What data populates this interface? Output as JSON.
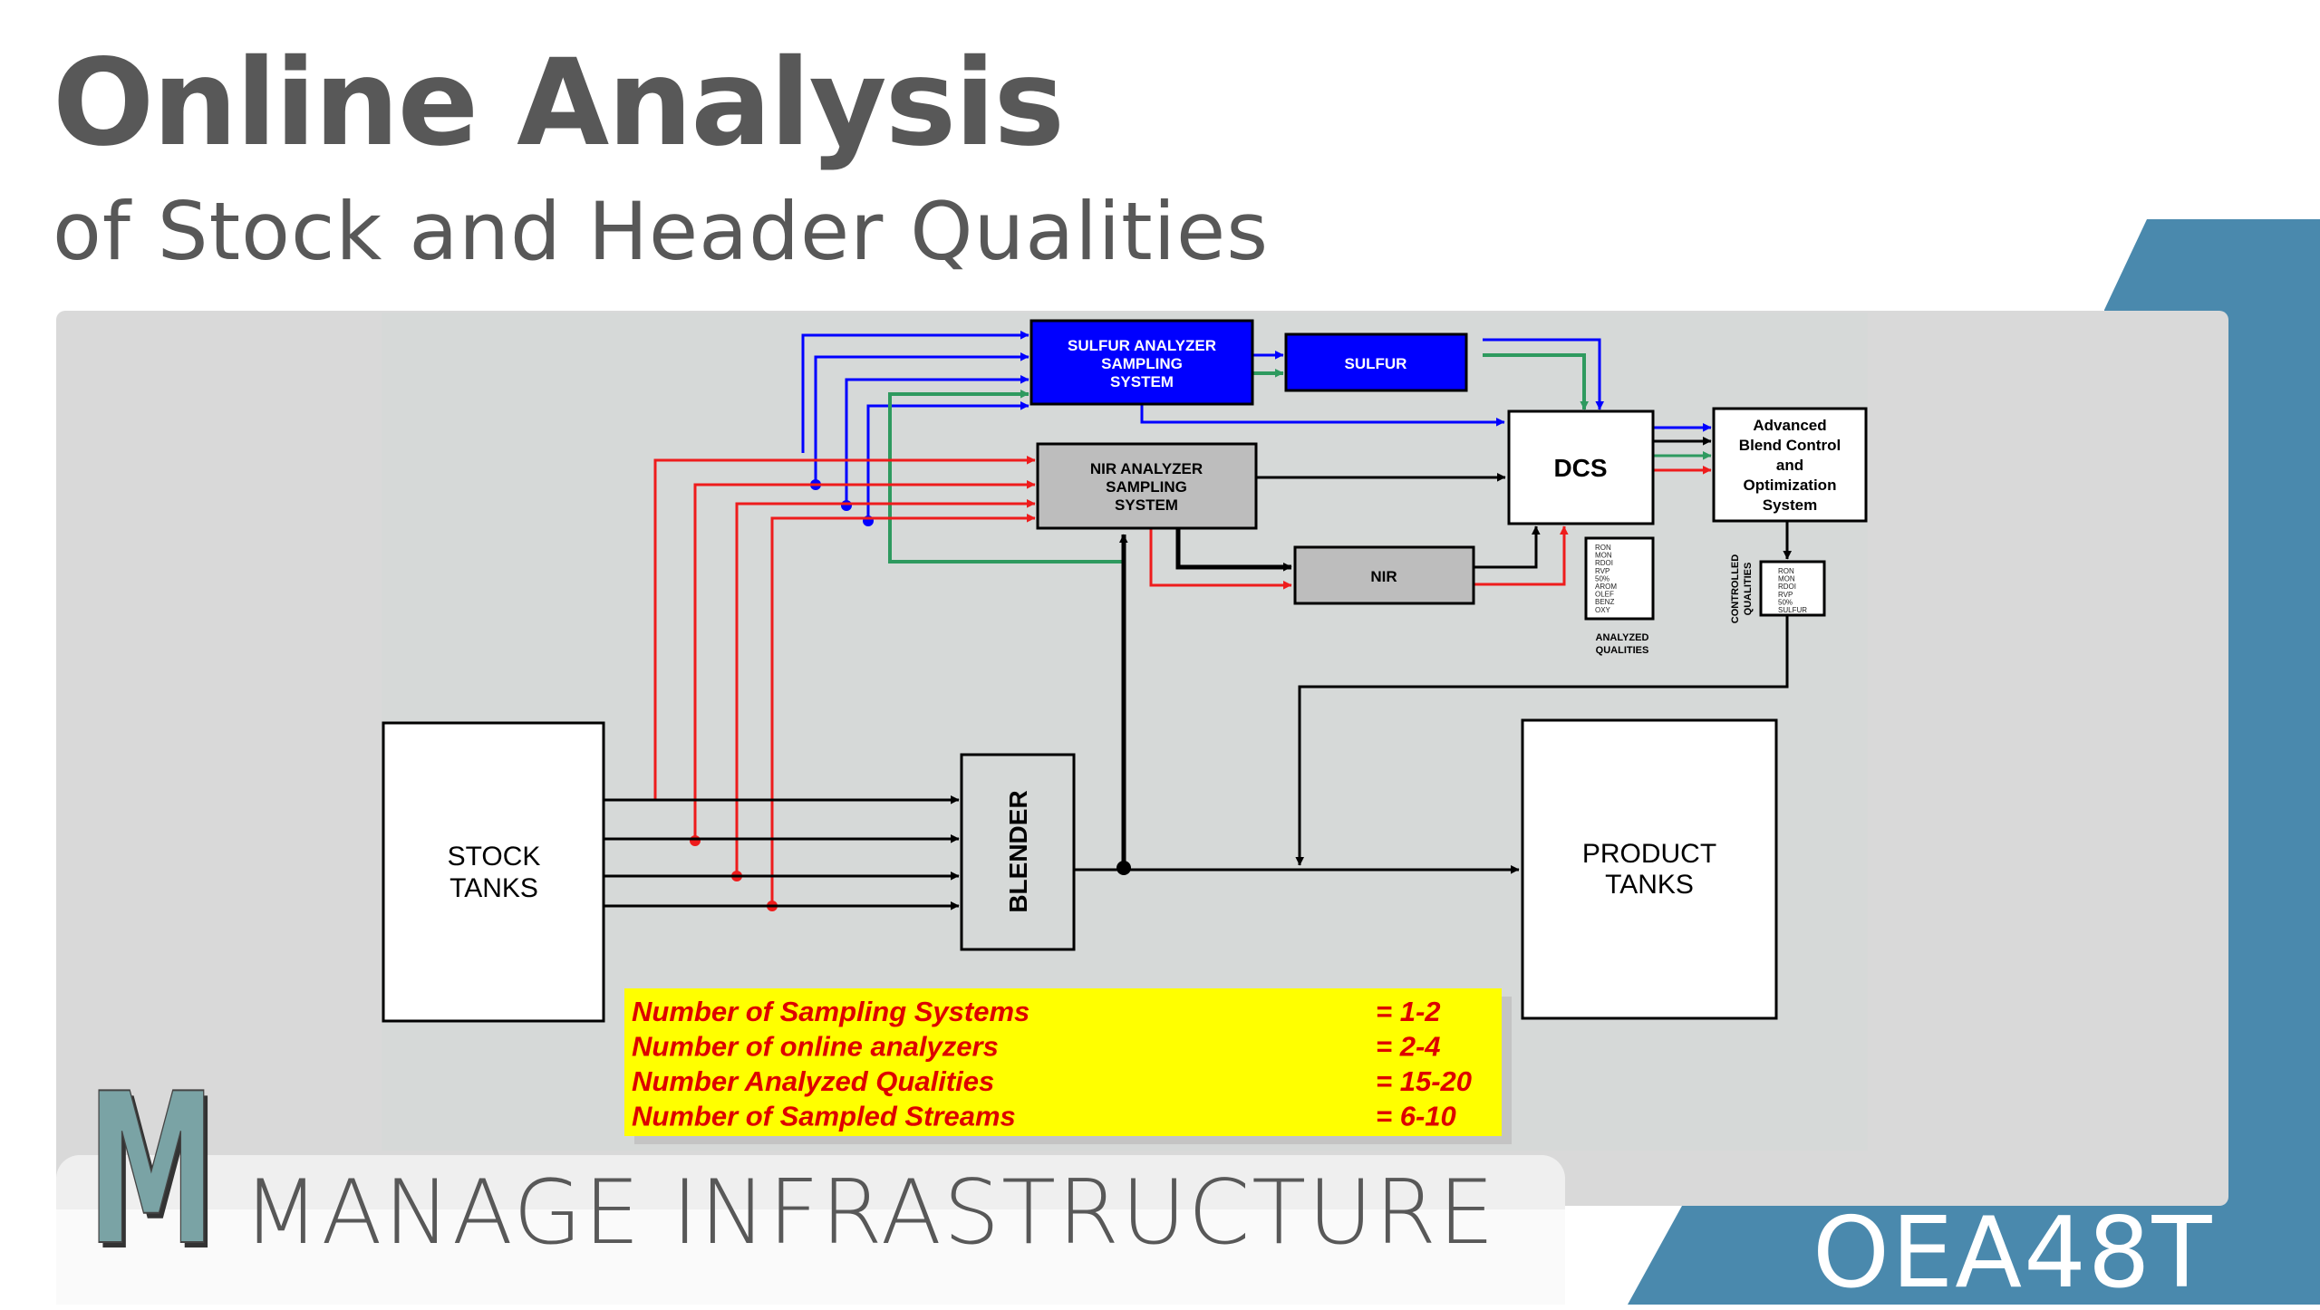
{
  "header": {
    "title": "Online Analysis",
    "subtitle": "of Stock and Header Qualities"
  },
  "footer": {
    "logo_letter": "M",
    "course_label": "MANAGE INFRASTRUCTURE",
    "course_code": "OEA48T"
  },
  "colors": {
    "text_gray": "#585858",
    "accent_blue": "#4a89ad",
    "logo_teal": "#7aa3a5",
    "sulfur_blue": "#0000ff",
    "red_line": "#ee1c1c",
    "green_line": "#2e9a5f",
    "yellow_box": "#ffff00",
    "yellow_text": "#dd0000"
  },
  "diagram": {
    "stock_tanks": [
      "STOCK",
      "TANKS"
    ],
    "blender": "BLENDER",
    "product_tanks": [
      "PRODUCT",
      "TANKS"
    ],
    "sulfur_sampling": [
      "SULFUR ANALYZER",
      "SAMPLING",
      "SYSTEM"
    ],
    "sulfur": "SULFUR",
    "nir_sampling": [
      "NIR ANALYZER",
      "SAMPLING",
      "SYSTEM"
    ],
    "nir": "NIR",
    "dcs": "DCS",
    "abc": [
      "Advanced",
      "Blend Control",
      "and",
      "Optimization",
      "System"
    ],
    "analyzed_qualities_items": [
      "RON",
      "MON",
      "RDOI",
      "RVP",
      "50%",
      "AROM",
      "OLEF",
      "BENZ",
      "OXY"
    ],
    "analyzed_qualities_label": [
      "ANALYZED",
      "QUALITIES"
    ],
    "controlled_qualities_items": [
      "RON",
      "MON",
      "RDOI",
      "RVP",
      "50%",
      "SULFUR"
    ],
    "controlled_qualities_label": [
      "CONTROLLED",
      "QUALITIES"
    ]
  },
  "stats": [
    {
      "label": "Number of Sampling Systems",
      "value": "= 1-2"
    },
    {
      "label": "Number of online analyzers",
      "value": "= 2-4"
    },
    {
      "label": "Number Analyzed Qualities",
      "value": "= 15-20"
    },
    {
      "label": "Number of Sampled Streams",
      "value": "= 6-10"
    }
  ]
}
